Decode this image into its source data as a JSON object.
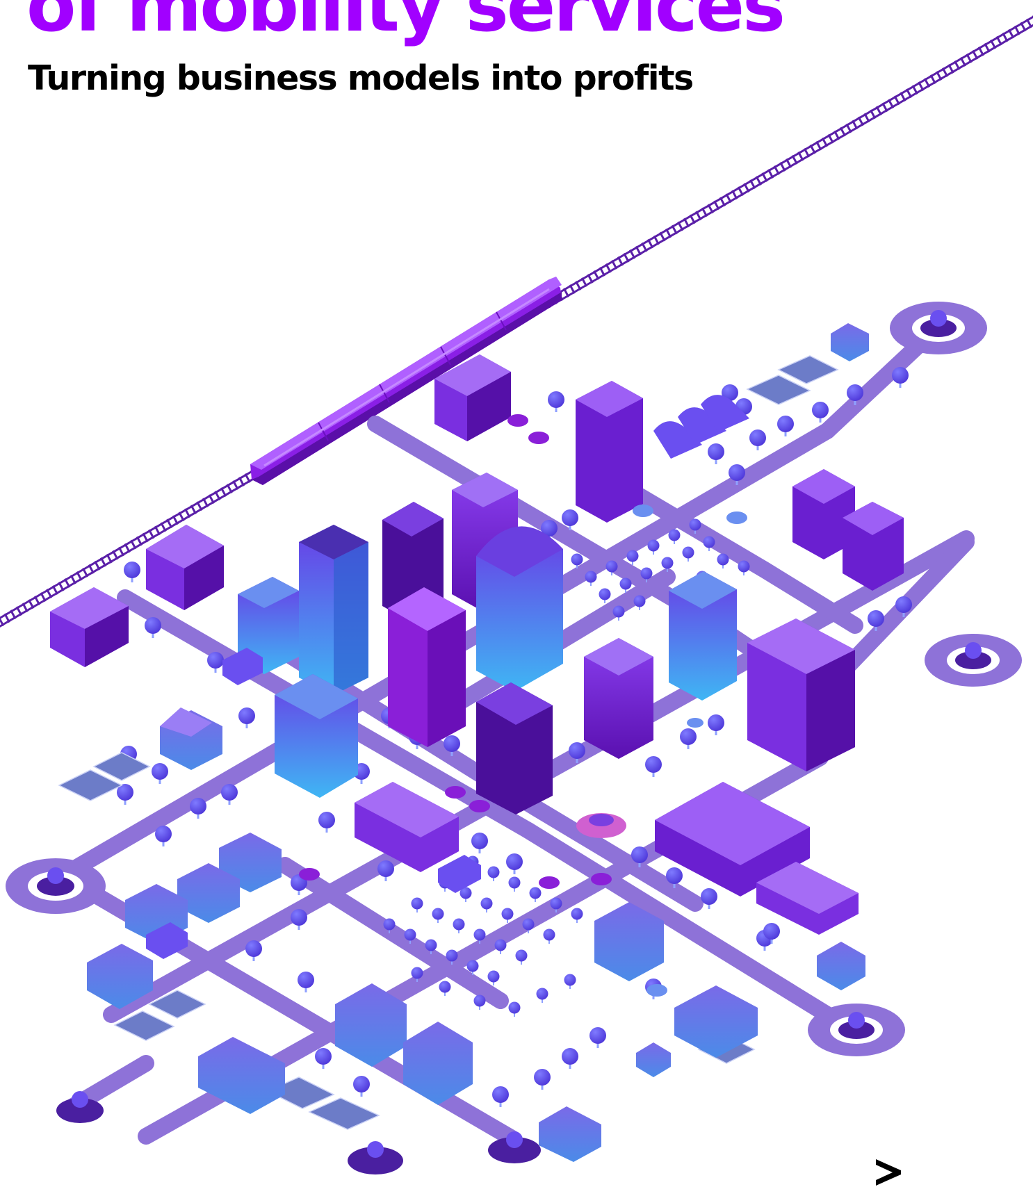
{
  "cover": {
    "headline": "of mobility services",
    "subtitle": "Turning business models into profits"
  },
  "colors": {
    "accent": "#a100ff",
    "road": "#8e72d8",
    "building_dark": "#5b10b8",
    "building_mid": "#7a2fe0",
    "building_light": "#9b6cf0",
    "building_blue": "#3fa0f0",
    "tree": "#5a4ff0",
    "rail": "#5a1fa8",
    "train": "#8a1fe6"
  },
  "icons": {
    "brand": "greater-than-chevron"
  }
}
